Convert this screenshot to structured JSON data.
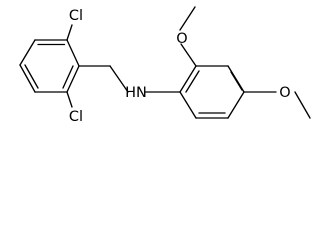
{
  "molecule": {
    "atoms": {
      "cl_top": "Cl",
      "cl_bottom": "Cl",
      "nh": "HN",
      "o_top": "O",
      "o_right": "O"
    }
  }
}
